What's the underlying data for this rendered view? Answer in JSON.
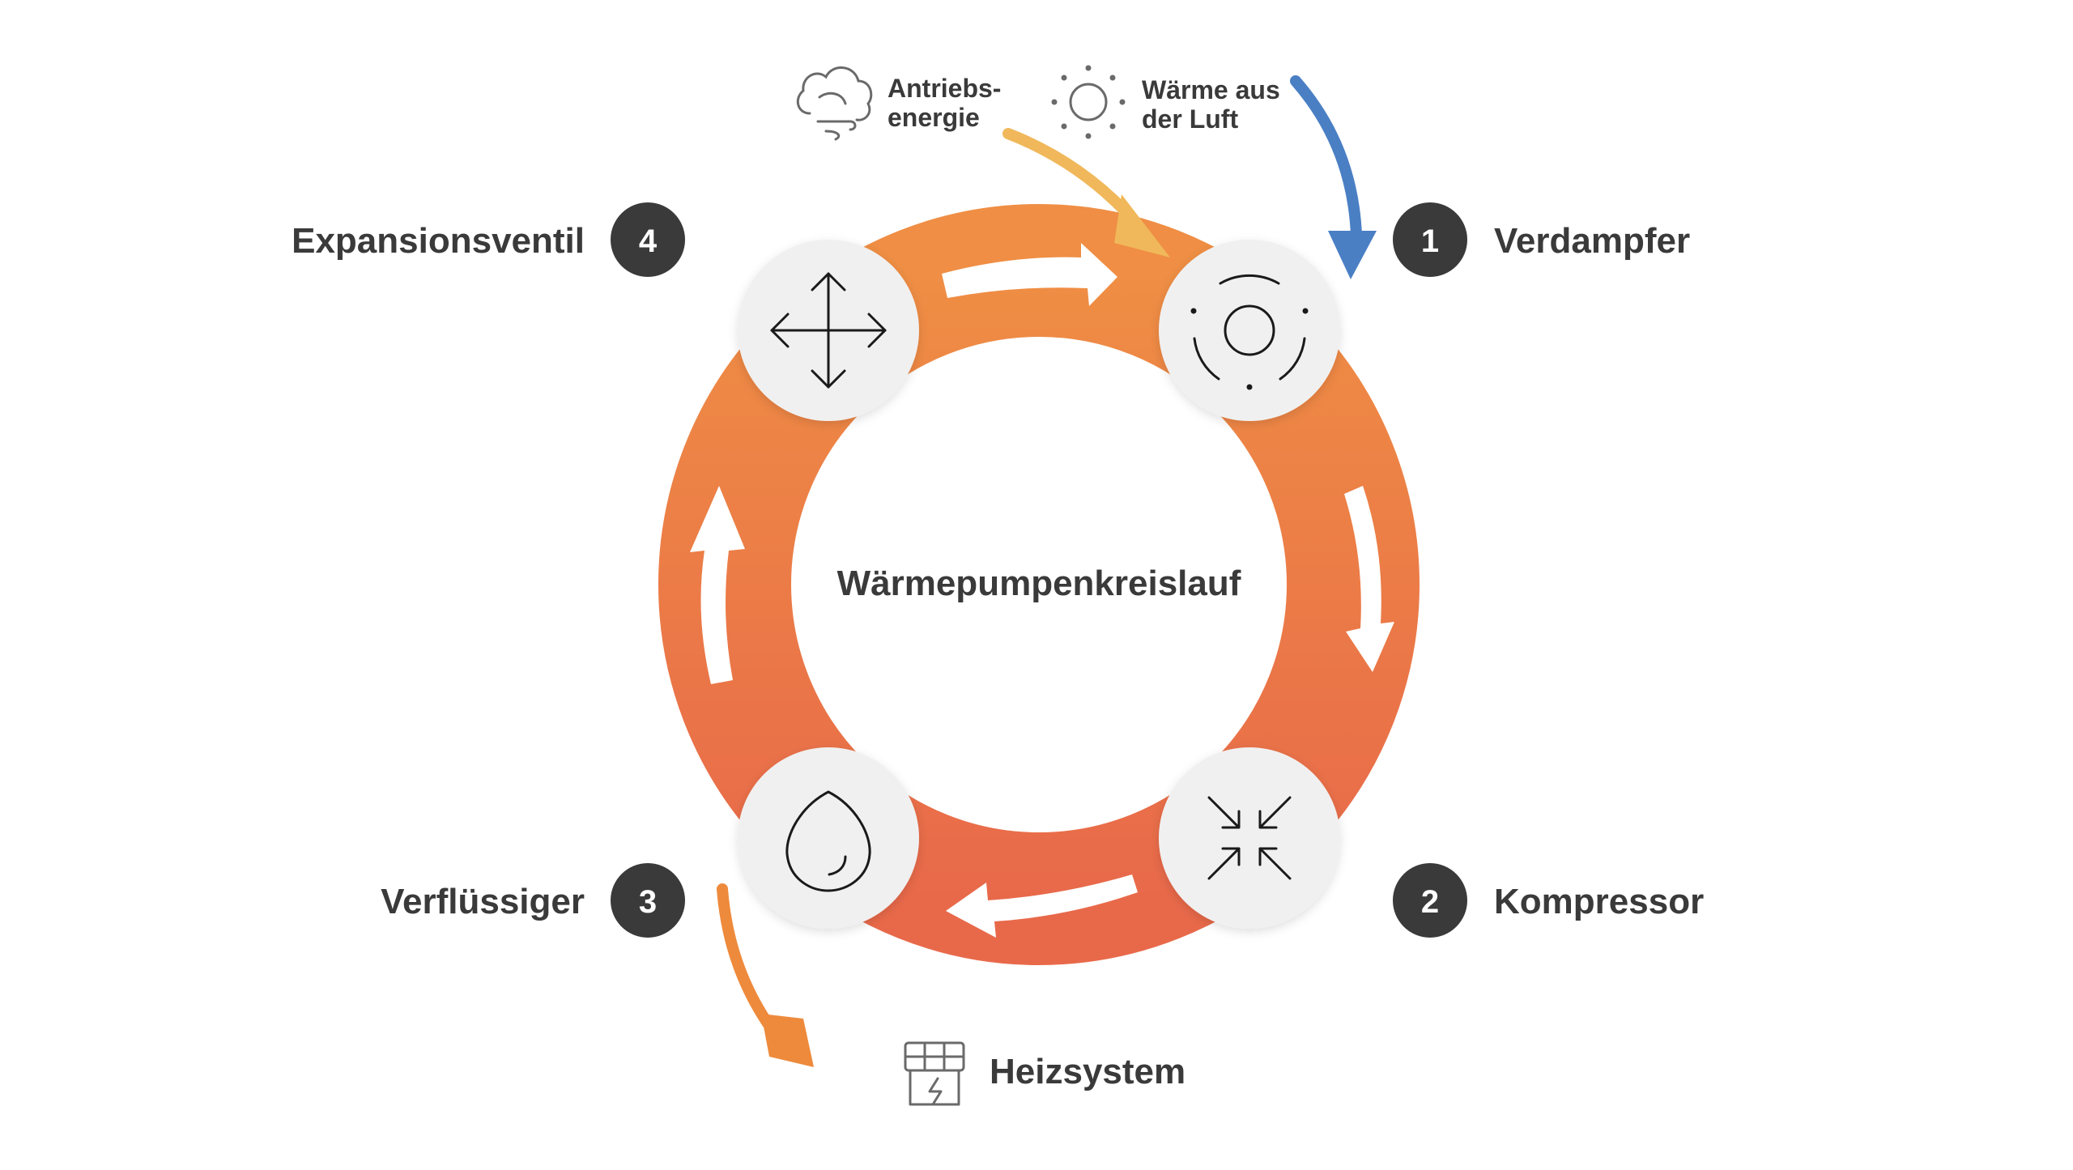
{
  "title": "Wärmepumpenkreislauf",
  "colors": {
    "ring_top": "#ef8e44",
    "ring_bottom": "#e8694a",
    "node_fill": "#f0f0f0",
    "badge_fill": "#3a3a3a",
    "energy_arrow": "#f0b85a",
    "air_arrow": "#4a7fc4",
    "heat_arrow": "#ee8a3c",
    "text": "#3a3a3a"
  },
  "stages": [
    {
      "number": "1",
      "name": "Verdampfer",
      "icon": "evaporator-rings-icon"
    },
    {
      "number": "2",
      "name": "Kompressor",
      "icon": "compress-arrows-icon"
    },
    {
      "number": "3",
      "name": "Verflüssiger",
      "icon": "drop-icon"
    },
    {
      "number": "4",
      "name": "Expansionsventil",
      "icon": "expand-arrows-icon"
    }
  ],
  "inputs": {
    "energy": {
      "line1": "Antriebs-",
      "line2": "energie",
      "icon": "cloud-wind-icon"
    },
    "air": {
      "line1": "Wärme aus",
      "line2": "der Luft",
      "icon": "sun-icon"
    }
  },
  "output": {
    "label": "Heizsystem",
    "icon": "heating-system-icon"
  }
}
